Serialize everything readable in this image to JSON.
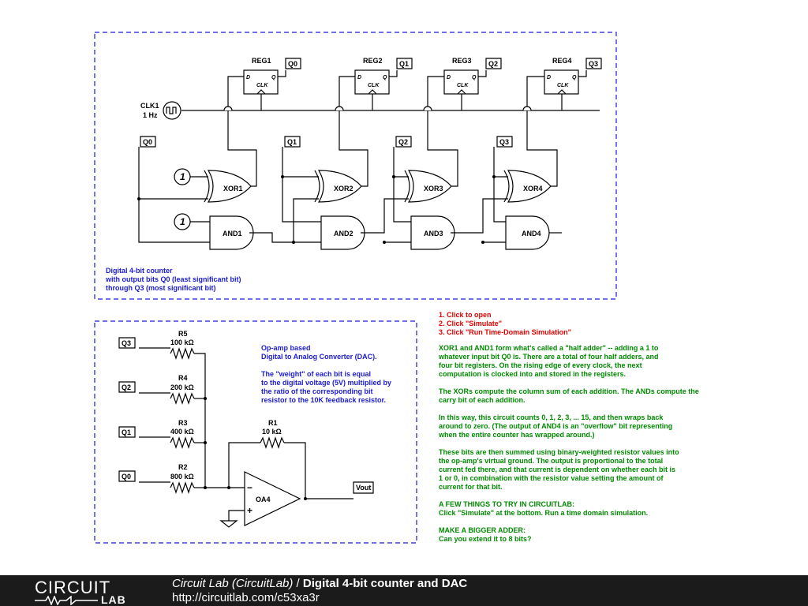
{
  "counter": {
    "registers": [
      "REG1",
      "REG2",
      "REG3",
      "REG4"
    ],
    "outputs": [
      "Q0",
      "Q1",
      "Q2",
      "Q3"
    ],
    "xors": [
      "XOR1",
      "XOR2",
      "XOR3",
      "XOR4"
    ],
    "ands": [
      "AND1",
      "AND2",
      "AND3",
      "AND4"
    ],
    "reg_pins": {
      "d": "D",
      "q": "Q",
      "clk": "CLK"
    },
    "clock_name": "CLK1",
    "clock_freq": "1 Hz",
    "const_one": "1",
    "description": "Digital 4-bit counter\nwith output bits Q0 (least significant bit)\nthrough Q3 (most significant bit)"
  },
  "dac": {
    "inputs": [
      "Q3",
      "Q2",
      "Q1",
      "Q0"
    ],
    "resistors": [
      {
        "name": "R5",
        "value": "100 kΩ"
      },
      {
        "name": "R4",
        "value": "200 kΩ"
      },
      {
        "name": "R3",
        "value": "400 kΩ"
      },
      {
        "name": "R2",
        "value": "800 kΩ"
      }
    ],
    "feedback": {
      "name": "R1",
      "value": "10 kΩ"
    },
    "opamp": "OA4",
    "opamp_minus": "−",
    "opamp_plus": "+",
    "output": "Vout",
    "description": "Op-amp based\nDigital to Analog Converter (DAC).\n\nThe \"weight\" of each bit is equal\nto the digital voltage (5V) multiplied by\nthe ratio of the corresponding bit\nresistor to the 10K feedback resistor."
  },
  "instructions": {
    "steps": "1. Click to open\n2. Click \"Simulate\"\n3. Click \"Run Time-Domain Simulation\"",
    "body": "XOR1 and AND1 form what's called a \"half adder\" -- adding a 1 to\nwhatever input bit Q0 is. There are a total of four half adders, and\nfour bit registers. On the rising edge of every clock, the next\ncomputation is clocked into and stored in the registers.\n\nThe XORs compute the column sum of each addition. The ANDs compute the\ncarry bit of each addition.\n\nIn this way, this circuit counts 0, 1, 2, 3, ... 15, and then wraps back\naround to zero. (The output of AND4 is an \"overflow\" bit representing\nwhen the entire counter has wrapped around.)\n\nThese bits are then summed using binary-weighted resistor values into\nthe op-amp's virtual ground. The output is proportional to the total\ncurrent fed there, and that current is dependent on whether each bit is\n1 or 0, in combination with the resistor value setting the amount of\ncurrent for that bit.\n\nA FEW THINGS TO TRY IN CIRCUITLAB:\nClick \"Simulate\" at the bottom. Run a time domain simulation.\n\nMAKE A BIGGER ADDER:\nCan you extend it to 8 bits?"
  },
  "footer": {
    "brand_top": "CIRCUIT",
    "brand_bottom": "LAB",
    "site": "Circuit Lab (CircuitLab)",
    "separator": " / ",
    "title": "Digital 4-bit counter and DAC",
    "url": "http://circuitlab.com/c53xa3r"
  },
  "colors": {
    "wire": "#000000",
    "frame": "#1a1ad6",
    "accent_blue": "#1a1ad6",
    "accent_green": "#008a00",
    "accent_red": "#e00000",
    "footer_bg": "#1b1b1b"
  }
}
